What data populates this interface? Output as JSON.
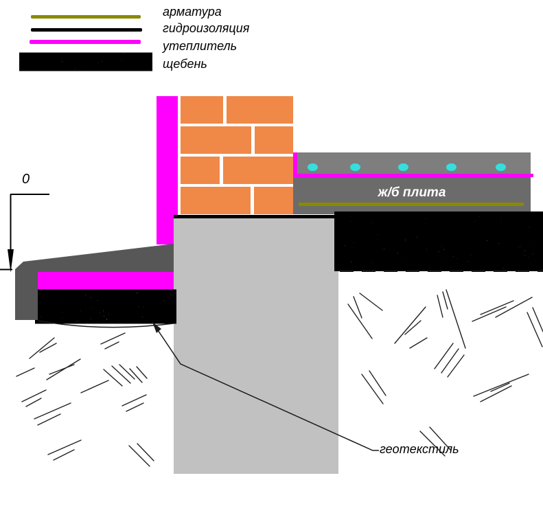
{
  "legend": {
    "items": [
      {
        "label": "арматура",
        "swatch": "rebar-line",
        "color": "#8A8A00"
      },
      {
        "label": "гидроизоляция",
        "swatch": "waterproofing-line",
        "color": "#000000"
      },
      {
        "label": "утеплитель",
        "swatch": "insulation-line",
        "color": "#FF00FF"
      },
      {
        "label": "щебень",
        "swatch": "gravel-speckle",
        "color": "#000000"
      }
    ]
  },
  "labels": {
    "zero_mark": "0",
    "slab": "ж/б плита",
    "geotextile": "геотекстиль"
  },
  "colors": {
    "brick": "#F08848",
    "mortar": "#FFFFFF",
    "insulation": "#FF00FF",
    "rebar": "#8A8A00",
    "waterproofing": "#000000",
    "foundation": "#C1C1C1",
    "floor_screed": "#7E7E7E",
    "rc_slab": "#6B6B6B",
    "blind_area": "#575757",
    "heating_pipe_dot": "#35DFDF"
  }
}
